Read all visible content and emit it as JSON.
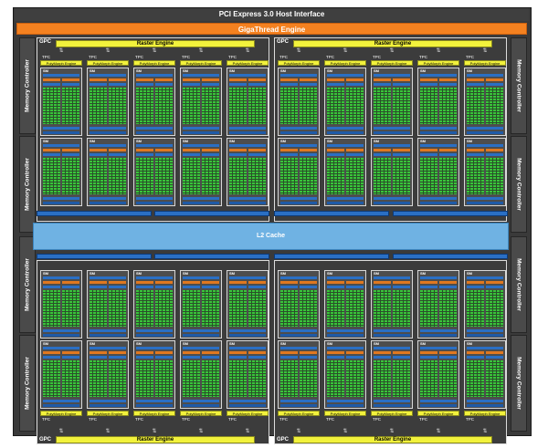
{
  "header": {
    "pcie": "PCI Express 3.0 Host Interface",
    "gigathread": "GigaThread Engine"
  },
  "memory_controller_label": "Memory Controller",
  "gpc_label": "GPC",
  "raster_label": "Raster Engine",
  "tpc_label": "TPC",
  "polymorph_label": "PolyMorph Engine",
  "sm_label": "SM",
  "l2_label": "L2 Cache",
  "colors": {
    "chip_background": "#3a3a3a",
    "gigathread": "#f48120",
    "raster": "#f2f23c",
    "l2": "#6fb2e3",
    "cores": "#39c43a",
    "scheduler": "#2a6fc4",
    "dispatch": "#e07820"
  },
  "layout": {
    "gpcs": [
      {
        "id": "gpc-top-left"
      },
      {
        "id": "gpc-top-right"
      },
      {
        "id": "gpc-bottom-left"
      },
      {
        "id": "gpc-bottom-right"
      }
    ],
    "tpcs_per_gpc": 5,
    "memory_controllers_per_side": 4
  }
}
